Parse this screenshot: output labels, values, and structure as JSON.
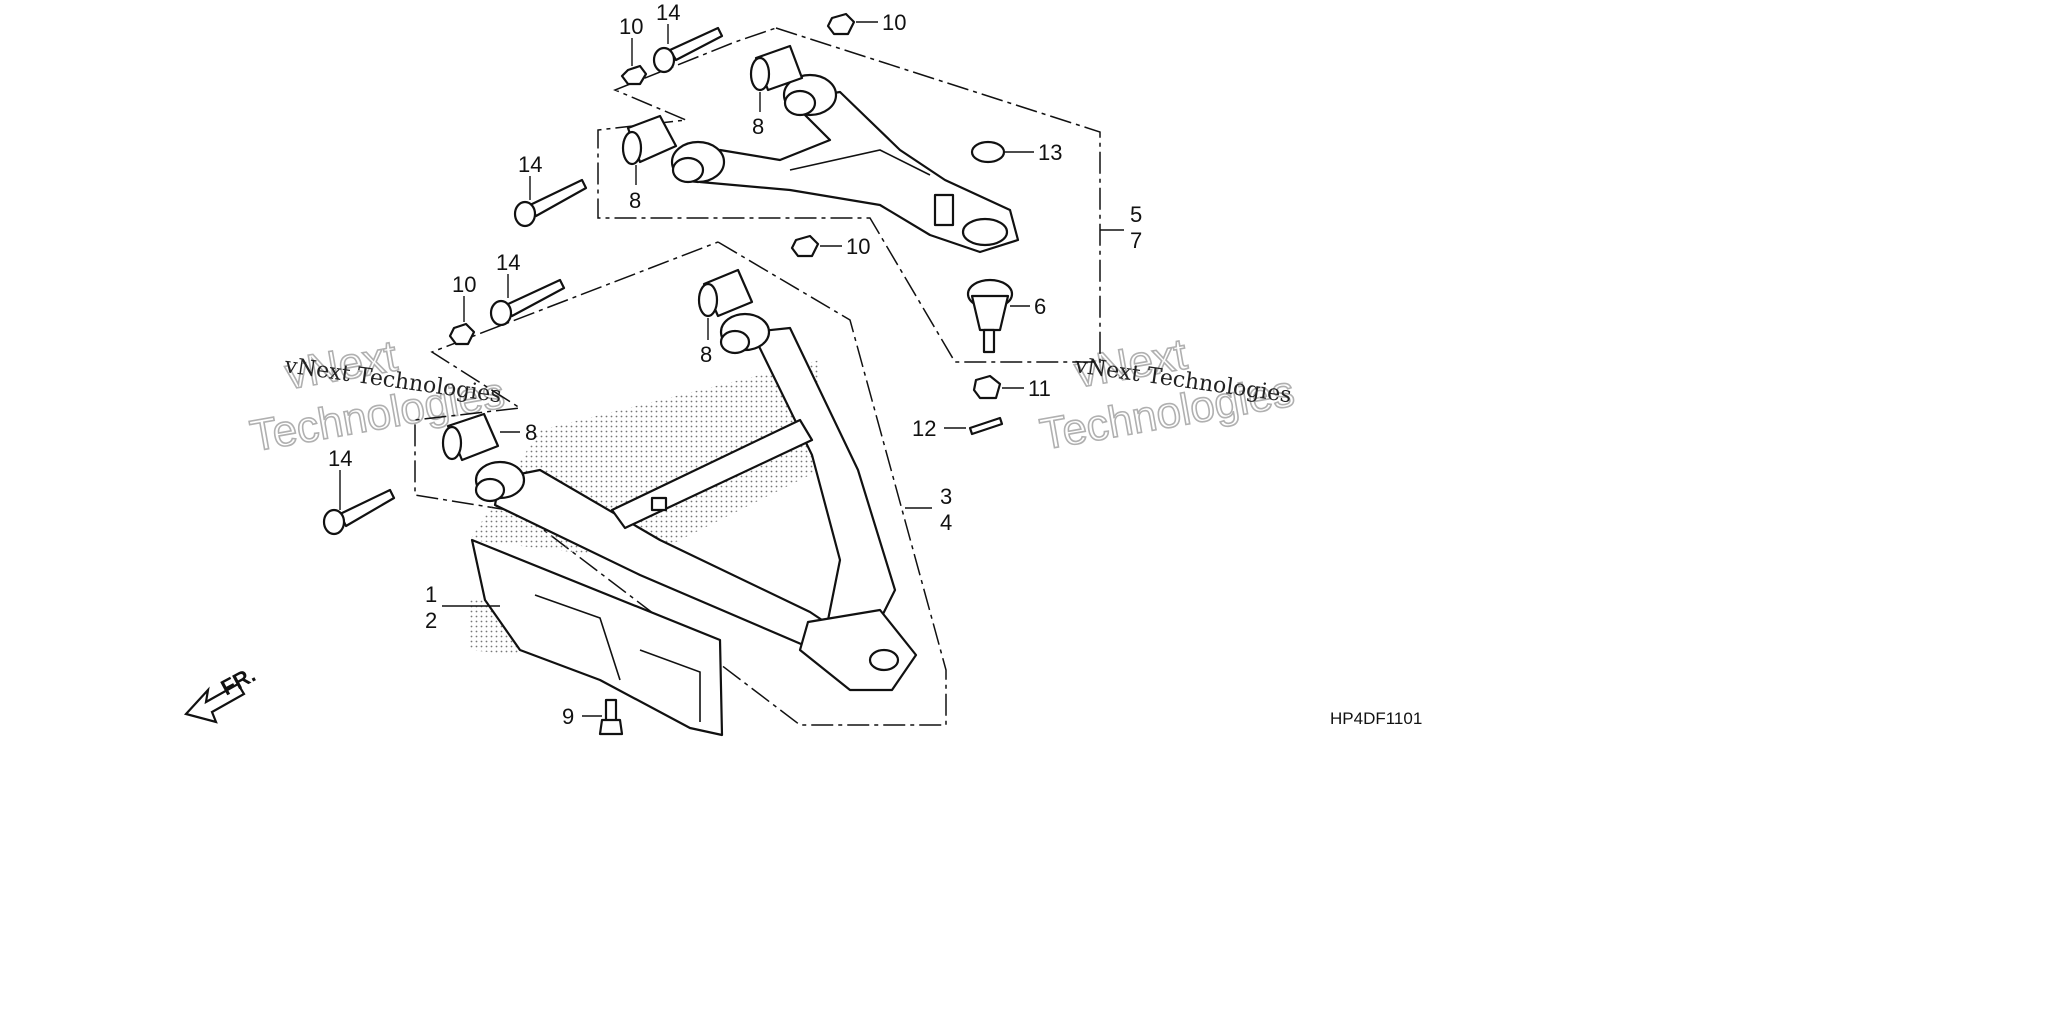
{
  "diagram": {
    "code": "HP4DF1101",
    "front_label": "FR.",
    "callouts": [
      {
        "id": "c-10-top-left",
        "text": "10"
      },
      {
        "id": "c-14-top",
        "text": "14"
      },
      {
        "id": "c-10-top-right",
        "text": "10"
      },
      {
        "id": "c-8-upper-right",
        "text": "8"
      },
      {
        "id": "c-13",
        "text": "13"
      },
      {
        "id": "c-14-upper",
        "text": "14"
      },
      {
        "id": "c-8-upper-left",
        "text": "8"
      },
      {
        "id": "c-5",
        "text": "5"
      },
      {
        "id": "c-7",
        "text": "7"
      },
      {
        "id": "c-10-mid",
        "text": "10"
      },
      {
        "id": "c-14-mid",
        "text": "14"
      },
      {
        "id": "c-10-left",
        "text": "10"
      },
      {
        "id": "c-6",
        "text": "6"
      },
      {
        "id": "c-8-lower-right",
        "text": "8"
      },
      {
        "id": "c-11",
        "text": "11"
      },
      {
        "id": "c-12",
        "text": "12"
      },
      {
        "id": "c-8-lower-left",
        "text": "8"
      },
      {
        "id": "c-14-lower",
        "text": "14"
      },
      {
        "id": "c-3",
        "text": "3"
      },
      {
        "id": "c-4",
        "text": "4"
      },
      {
        "id": "c-1",
        "text": "1"
      },
      {
        "id": "c-2",
        "text": "2"
      },
      {
        "id": "c-9",
        "text": "9"
      }
    ],
    "watermarks": [
      {
        "id": "wm-left-line1",
        "text": "vNext"
      },
      {
        "id": "wm-left-line2",
        "text": "Technologies"
      },
      {
        "id": "wm-left-mono",
        "text": "vNext Technologies"
      },
      {
        "id": "wm-right-line1",
        "text": "vNext"
      },
      {
        "id": "wm-right-line2",
        "text": "Technologies"
      },
      {
        "id": "wm-right-mono",
        "text": "vNext Technologies"
      }
    ]
  }
}
